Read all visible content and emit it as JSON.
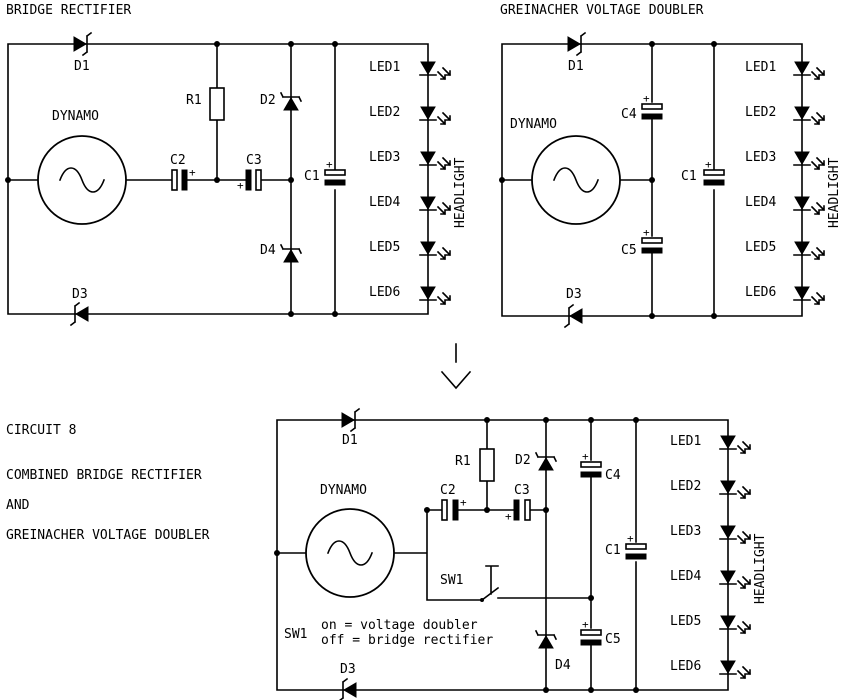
{
  "titles": {
    "bridge": "BRIDGE RECTIFIER",
    "greinacher": "GREINACHER VOLTAGE DOUBLER",
    "circuit": "CIRCUIT 8",
    "combined1": "COMBINED BRIDGE RECTIFIER",
    "combined2": "AND",
    "combined3": "GREINACHER VOLTAGE DOUBLER"
  },
  "labels": {
    "dynamo": "DYNAMO",
    "headlight": "HEADLIGHT",
    "d1": "D1",
    "d2": "D2",
    "d3": "D3",
    "d4": "D4",
    "r1": "R1",
    "c1": "C1",
    "c2": "C2",
    "c3": "C3",
    "c4": "C4",
    "c5": "C5",
    "sw1": "SW1",
    "plus": "+"
  },
  "leds": [
    "LED1",
    "LED2",
    "LED3",
    "LED4",
    "LED5",
    "LED6"
  ],
  "switch_legend": {
    "name": "SW1",
    "on": "on = voltage doubler",
    "off": "off = bridge rectifier"
  }
}
